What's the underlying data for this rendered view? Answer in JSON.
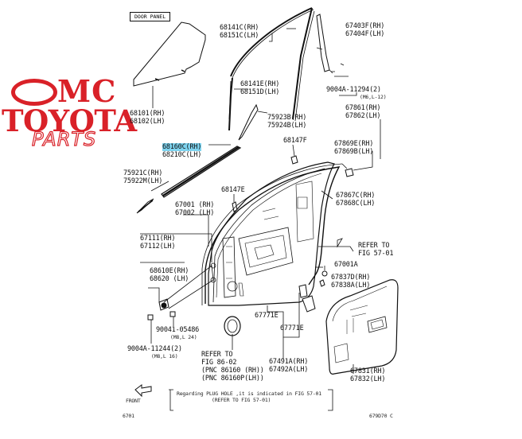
{
  "header_box": "DOOR PANEL",
  "watermark": {
    "line1": "MC",
    "line2": "TOYOTA",
    "line3": "PARTS",
    "color": "#d92128"
  },
  "highlight_color": "#7ed4f0",
  "labels": {
    "p68141": [
      "68141C(RH)",
      "68151C(LH)"
    ],
    "p67403": [
      "67403F(RH)",
      "67404F(LH)"
    ],
    "p9004a_top": [
      "9004A-11294(2)",
      "(M6,L-12)"
    ],
    "p68101": [
      "68101(RH)",
      "68102(LH)"
    ],
    "p68141e": [
      "68141E(RH)",
      "68151D(LH)"
    ],
    "p67861": [
      "67861(RH)",
      "67862(LH)"
    ],
    "p75923": [
      "75923B(RH)",
      "75924B(LH)"
    ],
    "p68147f": "68147F",
    "p67869": [
      "67869E(RH)",
      "67869B(LH)"
    ],
    "p68160": [
      "68160C(RH)",
      "68210C(LH)"
    ],
    "p75921": [
      "75921C(RH)",
      "75922M(LH)"
    ],
    "p68147e": "68147E",
    "p67867": [
      "67867C(RH)",
      "67868C(LH)"
    ],
    "p67001": [
      "67001 (RH)",
      "67002 (LH)"
    ],
    "refer_top": [
      "REFER TO",
      "FIG 57-01"
    ],
    "p67111": [
      "67111(RH)",
      "67112(LH)"
    ],
    "p67001a": "67001A",
    "p68610": [
      "68610E(RH)",
      "68620 (LH)"
    ],
    "p67837": [
      "67837D(RH)",
      "67838A(LH)"
    ],
    "p90041": [
      "90041-05486",
      "(M8,L 24)"
    ],
    "p9004a_bot": [
      "9004A-11244(2)",
      "(M8,L 16)"
    ],
    "p67771_left": "67771E",
    "p67771_right": "67771E",
    "refer_bot": [
      "REFER TO",
      "FIG 86-02",
      "(PNC 86160  (RH))",
      "(PNC 86160P(LH))"
    ],
    "p67491": [
      "67491A(RH)",
      "67492A(LH)"
    ],
    "p67831": [
      "67831(RH)",
      "67832(LH)"
    ],
    "front": "FRONT",
    "note": [
      "Regarding PLUG HOLE ,it is indicated in FIG 57-01",
      "(REFER TO  FIG  57-01)"
    ],
    "page_code": "6701",
    "figure_code": "679D70 C"
  }
}
